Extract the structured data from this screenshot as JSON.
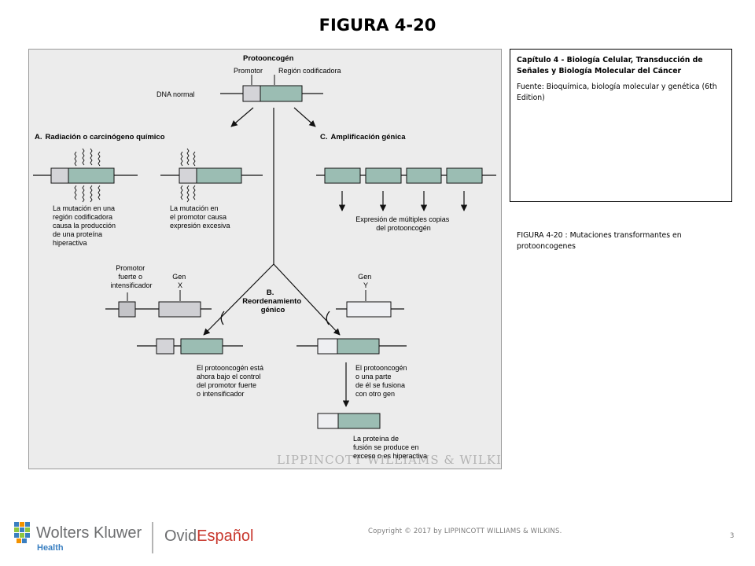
{
  "slide": {
    "title": "FIGURA 4-20",
    "chapter": "Capítulo 4 - Biología Celular, Transducción de Señales y Biología Molecular del Cáncer",
    "source": "Fuente: Bioquímica, biología molecular y genética (6th Edition)",
    "caption": "FIGURA 4-20 : Mutaciones transformantes en protooncogenes",
    "copyright": "Copyright © 2017 by LIPPINCOTT WILLIAMS & WILKINS.",
    "page_number": "3",
    "watermark": "LIPPINCOTT WILLIAMS & WILKINS"
  },
  "logo": {
    "brand": "Wolters Kluwer",
    "sub": "Health",
    "partner_a": "Ovid",
    "partner_b": "Español",
    "colors": {
      "blue": "#3a7fc1",
      "green": "#8cc63f",
      "orange": "#f39200"
    }
  },
  "colors": {
    "gene": "#9bbdb3",
    "promoter": "#d4d4d8",
    "promoter_strong": "#c4c4c8",
    "gene_x": "#cfcfd3",
    "gene_y": "#eeeff2",
    "frame_bg": "#ececec"
  },
  "diagram": {
    "protooncogen": "Protooncogén",
    "promotor": "Promotor",
    "region": "Región codificadora",
    "dna_normal": "DNA normal",
    "a_letter": "A.",
    "a_title": "Radiación o carcinógeno químico",
    "c_letter": "C.",
    "c_title": "Amplificación génica",
    "a1_text": [
      "La mutación en una",
      "región codificadora",
      "causa la producción",
      "de una proteína",
      "hiperactiva"
    ],
    "a2_text": [
      "La mutación en",
      "el promotor causa",
      "expresión excesiva"
    ],
    "c_text": [
      "Expresión de múltiples copias",
      "del protooncogén"
    ],
    "strong_promoter": [
      "Promotor",
      "fuerte o",
      "intensificador"
    ],
    "gene_x": [
      "Gen",
      "X"
    ],
    "gene_y": [
      "Gen",
      "Y"
    ],
    "b_letter": "B.",
    "b_title": [
      "Reordenamiento",
      "génico"
    ],
    "b_left_text": [
      "El protooncogén está",
      "ahora bajo el control",
      "del promotor fuerte",
      "o intensificador"
    ],
    "b_right_text": [
      "El protooncogén",
      "o una parte",
      "de él se fusiona",
      "con otro gen"
    ],
    "fusion_text": [
      "La proteína de",
      "fusión se produce en",
      "exceso o es hiperactiva"
    ]
  }
}
